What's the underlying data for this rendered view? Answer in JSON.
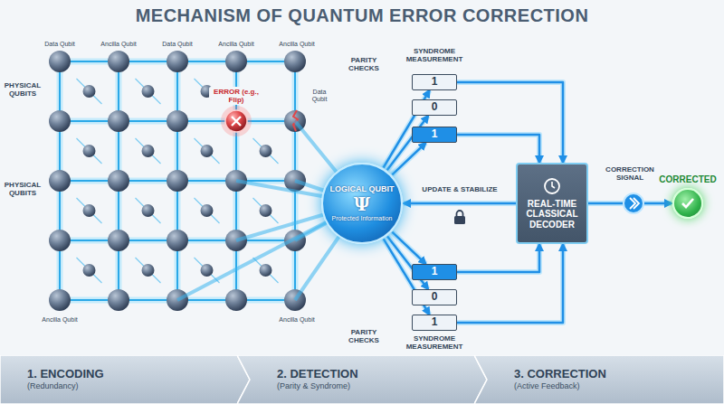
{
  "diagram": {
    "title": "MECHANISM OF QUANTUM ERROR CORRECTION",
    "nodes": [
      {
        "text": [
          "LOGICAL QUBIT",
          "Ψ",
          "Protected Information"
        ]
      },
      {
        "text": [
          "1"
        ]
      },
      {
        "text": [
          "0"
        ]
      },
      {
        "text": [
          "1"
        ]
      },
      {
        "text": [
          "1"
        ]
      },
      {
        "text": [
          "0"
        ]
      },
      {
        "text": [
          "1"
        ]
      },
      {
        "text": [
          "REAL-TIME CLASSICAL DECODER"
        ]
      },
      {
        "text": [
          "CORRECTED"
        ]
      },
      {
        "text": [
          "1. ENCODING",
          "(Redundancy)"
        ]
      },
      {
        "text": [
          "2. DETECTION",
          "(Parity & Syndrome)"
        ]
      },
      {
        "text": [
          "3. CORRECTION",
          "(Active Feedback)"
        ]
      }
    ],
    "edges": [
      {
        "from": 0,
        "to": 1,
        "arrow": "to"
      },
      {
        "from": 0,
        "to": 2,
        "arrow": "to"
      },
      {
        "from": 0,
        "to": 3,
        "arrow": "to"
      },
      {
        "from": 0,
        "to": 4,
        "arrow": "to"
      },
      {
        "from": 0,
        "to": 5,
        "arrow": "to"
      },
      {
        "from": 0,
        "to": 6,
        "arrow": "to"
      },
      {
        "from": 1,
        "to": 7,
        "arrow": "to"
      },
      {
        "from": 3,
        "to": 7,
        "arrow": "to"
      },
      {
        "from": 4,
        "to": 7,
        "arrow": "to"
      },
      {
        "from": 6,
        "to": 7,
        "arrow": "to"
      },
      {
        "from": 7,
        "to": 0,
        "label": "UPDATE & STABILIZE",
        "arrow": "to"
      },
      {
        "from": 7,
        "to": 8,
        "label": "CORRECTION SIGNAL",
        "arrow": "to"
      }
    ],
    "labels": [
      "PHYSICAL QUBITS",
      "Data Qubit",
      "Ancilla Qubit",
      "Data Qubit",
      "Ancilla Qubit",
      "Ancilla Qubit",
      "ERROR (e.g., Flip)",
      "Data Qubit",
      "PHYSICAL QUBITS",
      "Ancilla Qubit",
      "Ancilla Qubit",
      "PARITY CHECKS",
      "SYNDROME MEASUREMENT",
      "PARITY CHECKS",
      "SYNDROME MEASUREMENT"
    ]
  }
}
